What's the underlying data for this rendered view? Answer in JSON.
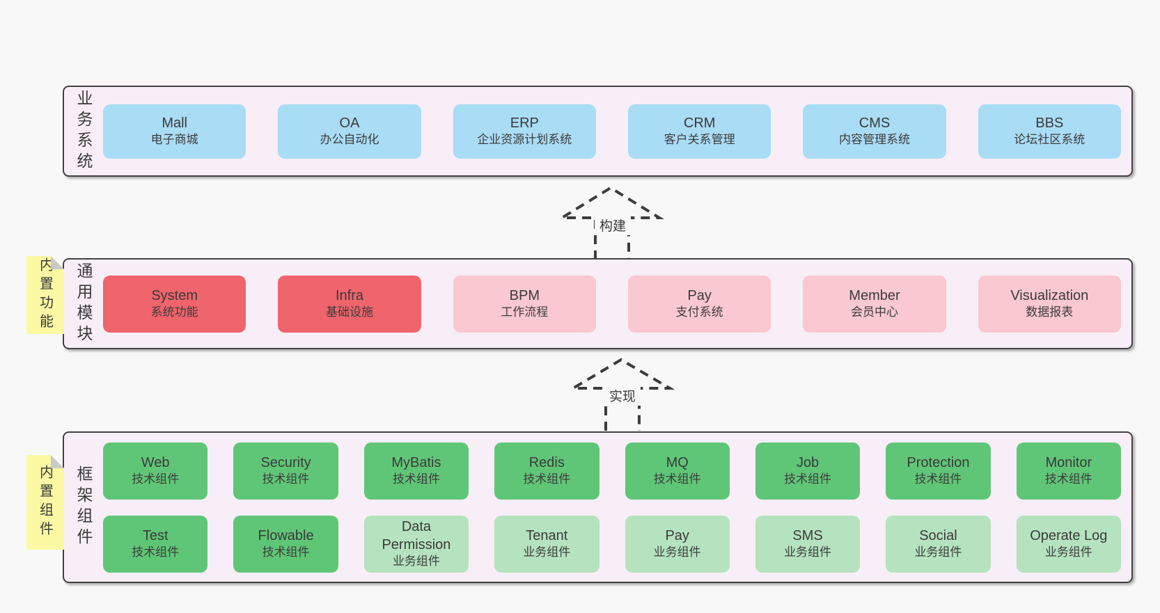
{
  "colors": {
    "page_bg": "#f8f8f8",
    "layer_bg": "#f8eef7",
    "layer_border": "#414141",
    "blue_box": "#a9dcf5",
    "red_box": "#f0646c",
    "pink_box": "#f9c8d0",
    "green_box": "#60c677",
    "light_green_box": "#b5e3bf",
    "sticky_yellow": "#fbf9a3",
    "sticky_fold_gray": "#c9c9c9",
    "text": "#3a3a3a"
  },
  "layers": [
    {
      "label": "业务系统",
      "boxes": [
        {
          "name": "Mall",
          "desc": "电子商城"
        },
        {
          "name": "OA",
          "desc": "办公自动化"
        },
        {
          "name": "ERP",
          "desc": "企业资源计划系统"
        },
        {
          "name": "CRM",
          "desc": "客户关系管理"
        },
        {
          "name": "CMS",
          "desc": "内容管理系统"
        },
        {
          "name": "BBS",
          "desc": "论坛社区系统"
        }
      ]
    },
    {
      "label": "通用模块",
      "sticky": "内置功能",
      "boxes": [
        {
          "name": "System",
          "desc": "系统功能"
        },
        {
          "name": "Infra",
          "desc": "基础设施"
        },
        {
          "name": "BPM",
          "desc": "工作流程"
        },
        {
          "name": "Pay",
          "desc": "支付系统"
        },
        {
          "name": "Member",
          "desc": "会员中心"
        },
        {
          "name": "Visualization",
          "desc": "数据报表"
        }
      ]
    },
    {
      "label": "框架组件",
      "sticky": "内置组件",
      "rows": [
        [
          {
            "name": "Web",
            "desc": "技术组件"
          },
          {
            "name": "Security",
            "desc": "技术组件"
          },
          {
            "name": "MyBatis",
            "desc": "技术组件"
          },
          {
            "name": "Redis",
            "desc": "技术组件"
          },
          {
            "name": "MQ",
            "desc": "技术组件"
          },
          {
            "name": "Job",
            "desc": "技术组件"
          },
          {
            "name": "Protection",
            "desc": "技术组件"
          },
          {
            "name": "Monitor",
            "desc": "技术组件"
          }
        ],
        [
          {
            "name": "Test",
            "desc": "技术组件"
          },
          {
            "name": "Flowable",
            "desc": "技术组件"
          },
          {
            "name": "Data Permission",
            "desc": "业务组件"
          },
          {
            "name": "Tenant",
            "desc": "业务组件"
          },
          {
            "name": "Pay",
            "desc": "业务组件"
          },
          {
            "name": "SMS",
            "desc": "业务组件"
          },
          {
            "name": "Social",
            "desc": "业务组件"
          },
          {
            "name": "Operate Log",
            "desc": "业务组件"
          }
        ]
      ]
    }
  ],
  "arrows": [
    {
      "label": "构建"
    },
    {
      "label": "实现"
    }
  ]
}
